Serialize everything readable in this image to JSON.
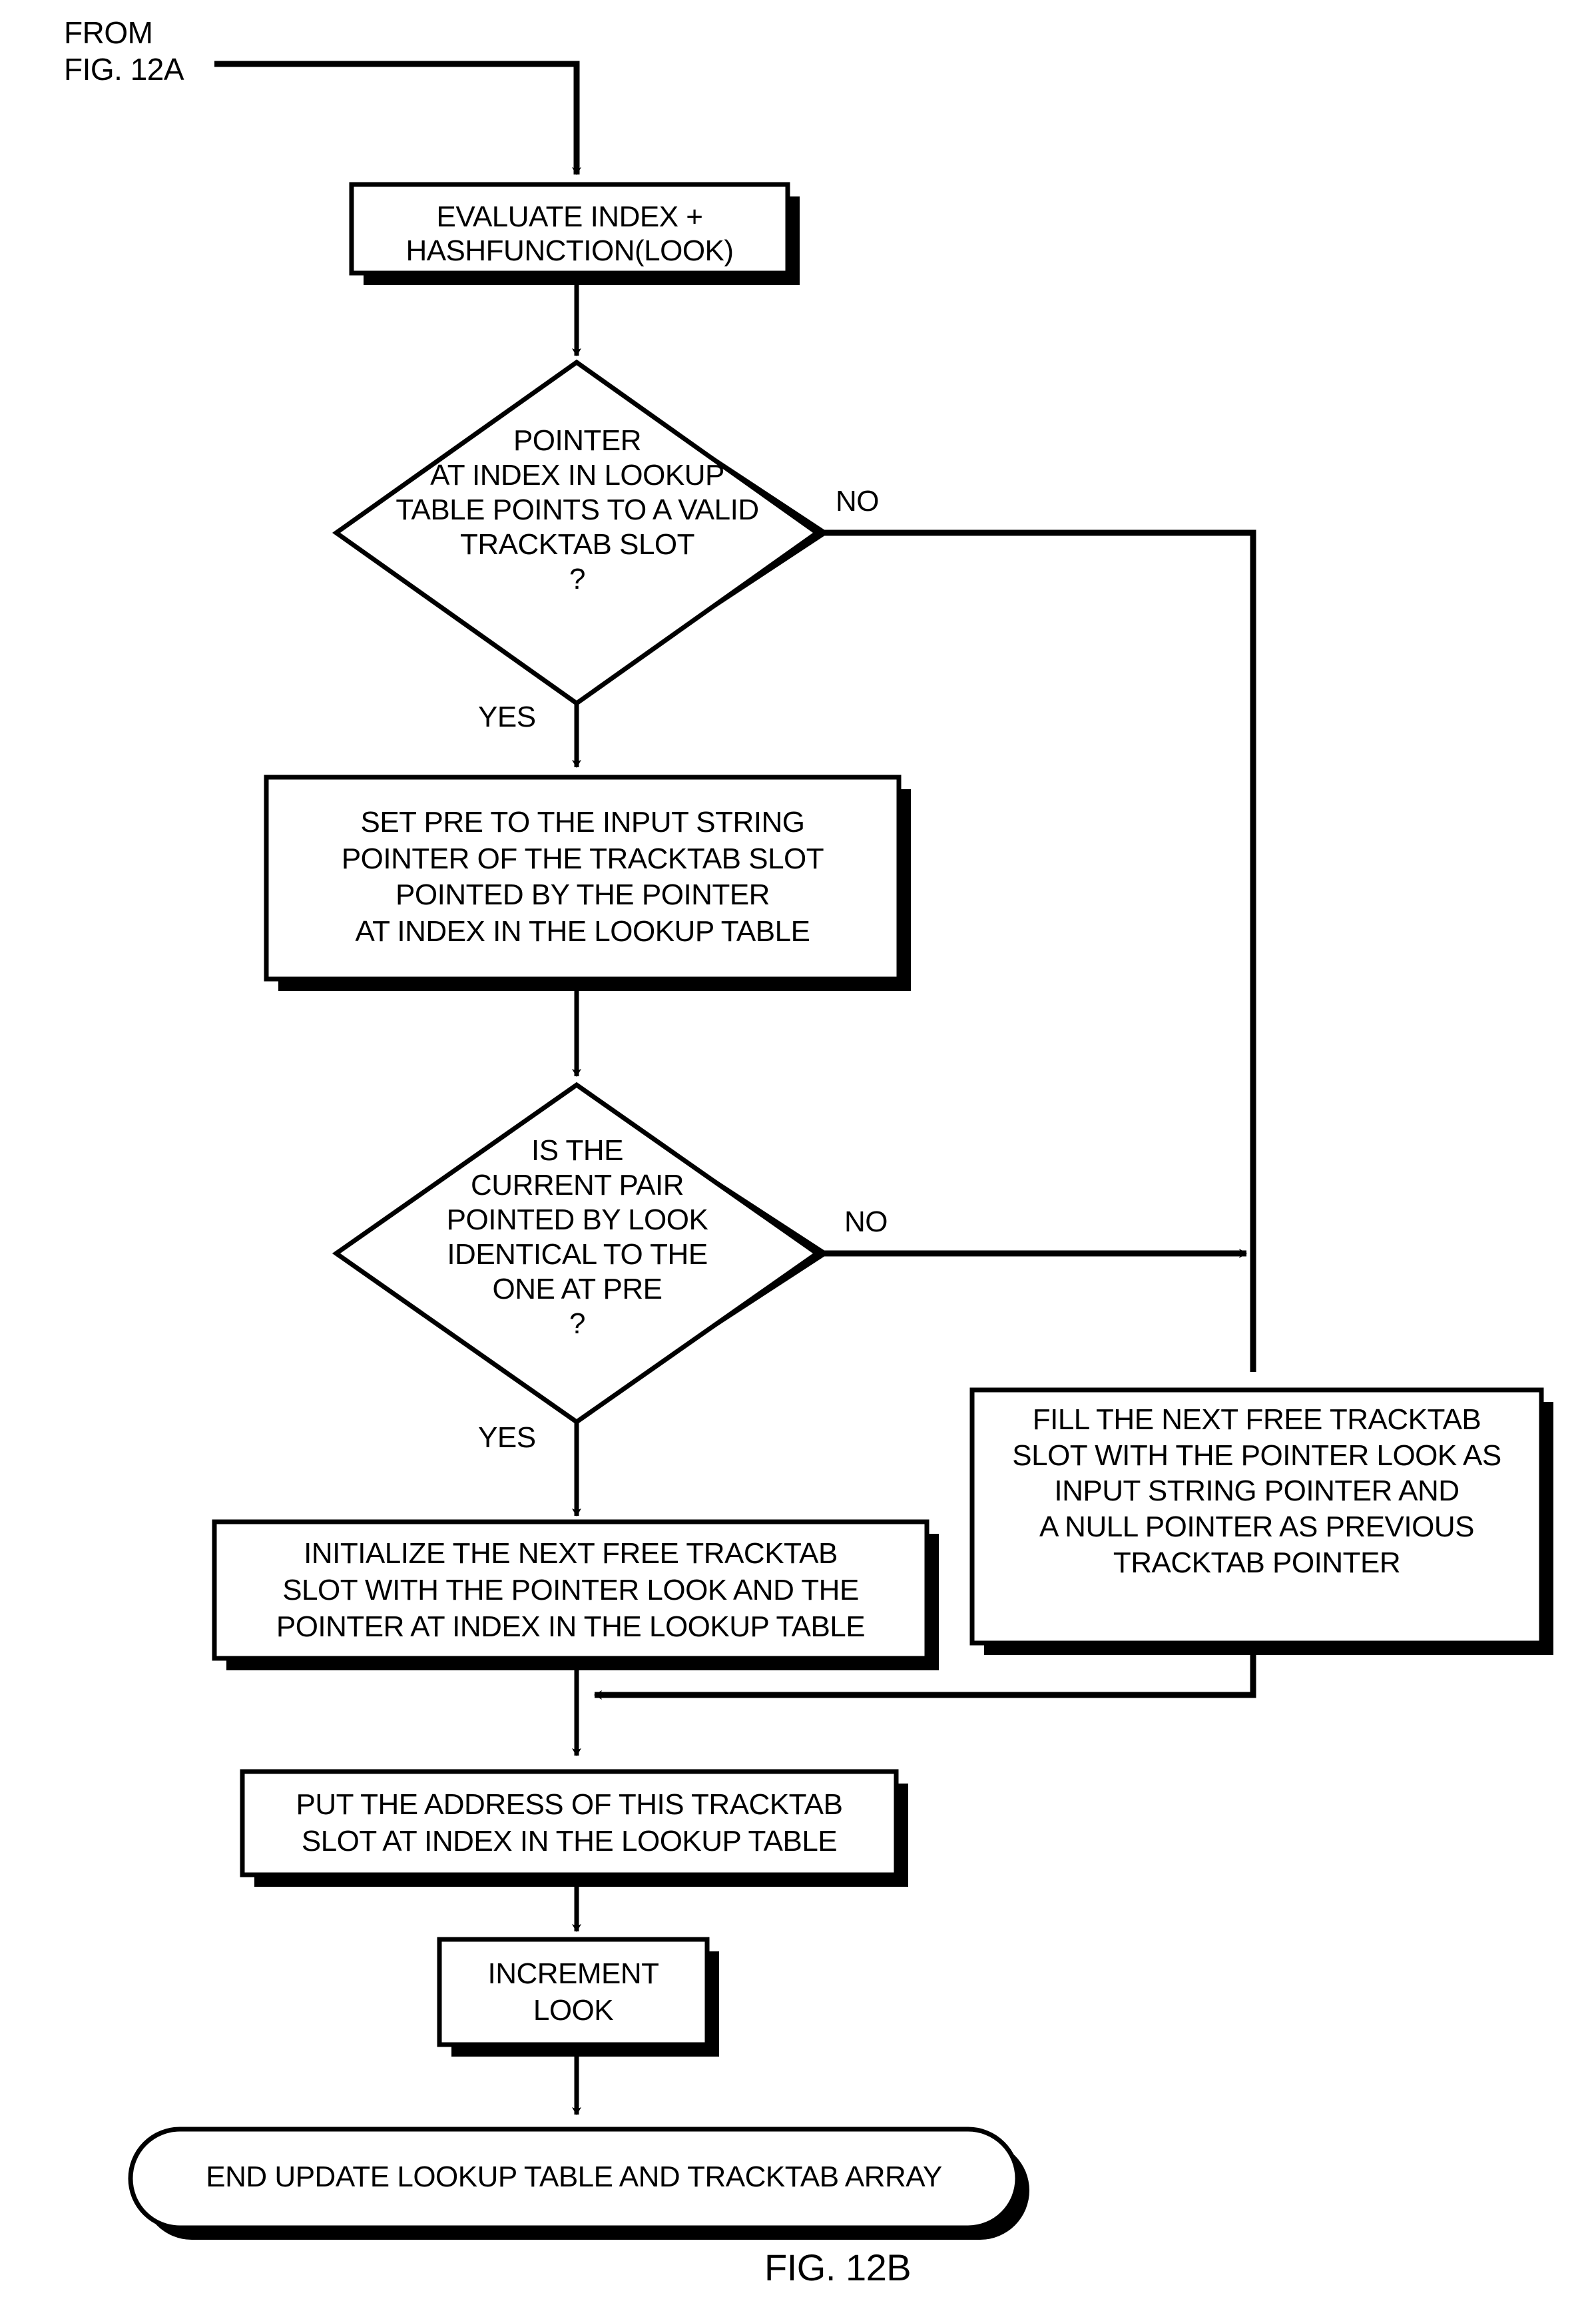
{
  "figure": {
    "caption": "FIG. 12B",
    "entry_label": "FROM\nFIG. 12A"
  },
  "colors": {
    "stroke": "#000000",
    "fill": "#ffffff",
    "shadow": "#000000",
    "background": "#ffffff"
  },
  "nodes": {
    "evaluate": {
      "type": "process",
      "text": "EVALUATE INDEX +\nHASHFUNCTION(LOOK)"
    },
    "decision_pointer_valid": {
      "type": "decision",
      "text": "POINTER\nAT INDEX IN LOOKUP\nTABLE POINTS TO A VALID\nTRACKTAB SLOT\n?"
    },
    "set_pre": {
      "type": "process",
      "text": "SET PRE TO THE INPUT STRING\nPOINTER OF THE TRACKTAB SLOT\nPOINTED BY THE POINTER\nAT INDEX IN THE LOOKUP TABLE"
    },
    "decision_pair_identical": {
      "type": "decision",
      "text": "IS THE\nCURRENT PAIR\nPOINTED BY LOOK\nIDENTICAL TO THE\nONE AT PRE\n?"
    },
    "fill_next_free": {
      "type": "process",
      "text": "FILL THE NEXT FREE TRACKTAB\nSLOT WITH THE POINTER LOOK AS\nINPUT STRING POINTER AND\nA NULL POINTER AS PREVIOUS\nTRACKTAB POINTER"
    },
    "initialize_next_free": {
      "type": "process",
      "text": "INITIALIZE THE NEXT FREE TRACKTAB\nSLOT WITH THE POINTER LOOK AND THE\nPOINTER AT INDEX IN THE LOOKUP TABLE"
    },
    "put_address": {
      "type": "process",
      "text": "PUT THE ADDRESS OF THIS TRACKTAB\nSLOT AT INDEX IN THE LOOKUP TABLE"
    },
    "increment_look": {
      "type": "process",
      "text": "INCREMENT\nLOOK"
    },
    "end_terminator": {
      "type": "terminator",
      "text": "END UPDATE LOOKUP TABLE AND TRACKTAB ARRAY"
    }
  },
  "edge_labels": {
    "no_1": "NO",
    "yes_1": "YES",
    "no_2": "NO",
    "yes_2": "YES"
  }
}
